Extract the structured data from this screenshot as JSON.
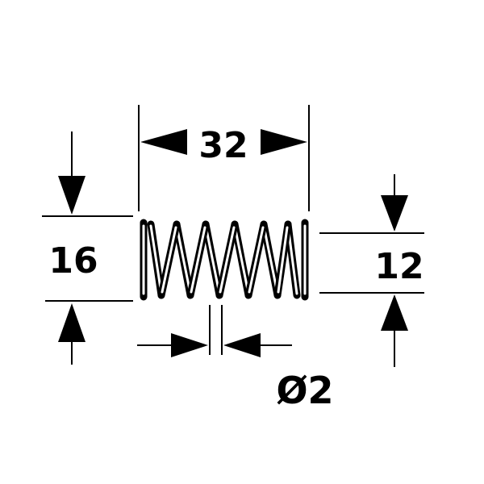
{
  "dimensions": {
    "length": "32",
    "outer_diameter": "16",
    "inner_diameter": "12",
    "wire_diameter": "Ø2"
  },
  "colors": {
    "line": "#000000",
    "background": "#ffffff"
  }
}
